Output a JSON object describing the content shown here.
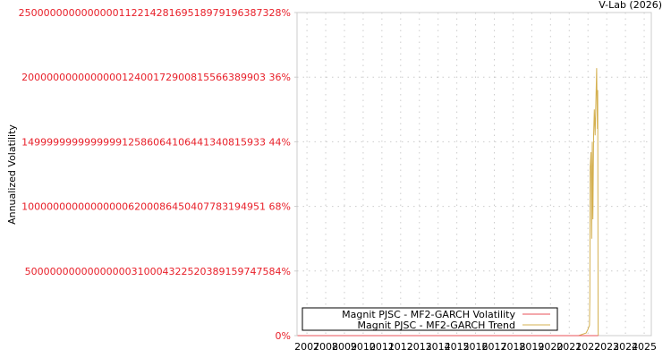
{
  "chart_data": {
    "type": "line",
    "title": "",
    "watermark": "V-Lab (2026)",
    "xlabel": "",
    "ylabel": "Annualized Volatility",
    "xlim": [
      2006.47,
      2025.38
    ],
    "ylim": [
      0,
      2.5e+18
    ],
    "grid": true,
    "legend_placement": "bottom-left",
    "x_ticks": [
      "2007",
      "2008",
      "2009",
      "2010",
      "2011",
      "2012",
      "2013",
      "2014",
      "2015",
      "2016",
      "2017",
      "2018",
      "2019",
      "2020",
      "2021",
      "2022",
      "2023",
      "2024",
      "2025"
    ],
    "y_ticks": [
      {
        "value": 0,
        "label": "0%"
      },
      {
        "value": 5e+17,
        "label": "50000000000000000310004322520389159747584%"
      },
      {
        "value": 1e+18,
        "label": "100000000000000006200086450407783194951 68%"
      },
      {
        "value": 1.5e+18,
        "label": "149999999999999912586064106441340815933 44%"
      },
      {
        "value": 2e+18,
        "label": "200000000000000012400172900815566389903 36%"
      },
      {
        "value": 2.5e+18,
        "label": "250000000000000011221428169518979196387328%"
      }
    ],
    "series": [
      {
        "name": "Magnit PJSC - MF2-GARCH Volatility",
        "color": "#e8505a",
        "x": [
          2006.5,
          2022.0,
          2022.55
        ],
        "y": [
          0,
          0,
          0
        ]
      },
      {
        "name": "Magnit PJSC - MF2-GARCH Trend",
        "color": "#d4b050",
        "x": [
          2006.5,
          2021.5,
          2021.9,
          2022.0,
          2022.08,
          2022.1,
          2022.12,
          2022.16,
          2022.2,
          2022.23,
          2022.26,
          2022.3,
          2022.34,
          2022.38,
          2022.42,
          2022.46,
          2022.5,
          2022.52,
          2022.54,
          2022.55
        ],
        "y": [
          0,
          0,
          2e+16,
          5e+16,
          8e+16,
          3e+17,
          1.3e+18,
          1.42e+18,
          7.5e+17,
          1.5e+18,
          9e+17,
          1.55e+18,
          1.75e+18,
          1.55e+18,
          1.8e+18,
          2.07e+18,
          1.6e+18,
          1.9e+18,
          5e+16,
          0
        ]
      }
    ]
  }
}
